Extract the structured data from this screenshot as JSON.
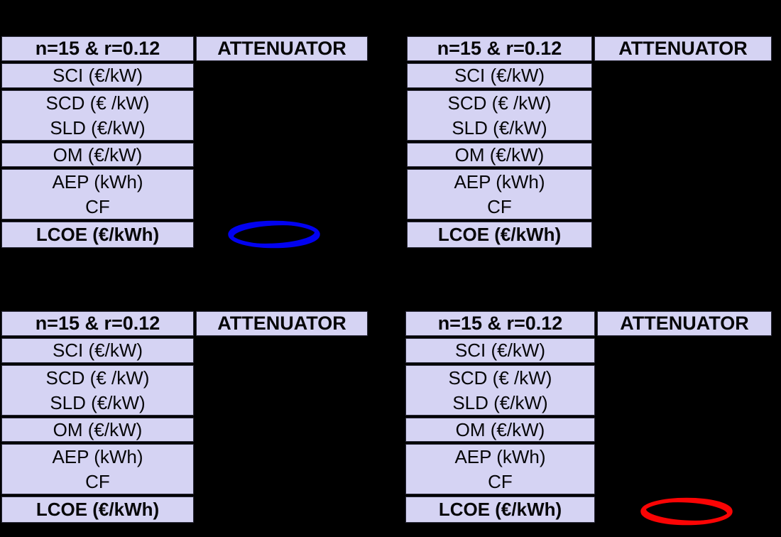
{
  "page": {
    "background": "#000000",
    "cell_fill": "#d5d3f3",
    "text_color": "#060608"
  },
  "tables": [
    {
      "position": "top-left",
      "header": {
        "left": "n=15 & r=0.12",
        "right": "ATTENUATOR"
      },
      "rows": [
        {
          "lines": [
            "SCI (€/kW)"
          ]
        },
        {
          "lines": [
            "SCD (€ /kW)",
            "SLD (€/kW)"
          ]
        },
        {
          "lines": [
            "OM (€/kW)"
          ]
        },
        {
          "lines": [
            "AEP (kWh)",
            "CF"
          ]
        },
        {
          "lines": [
            "LCOE (€/kWh)"
          ],
          "bold": true
        }
      ]
    },
    {
      "position": "top-right",
      "header": {
        "left": "n=15 & r=0.12",
        "right": "ATTENUATOR"
      },
      "rows": [
        {
          "lines": [
            "SCI (€/kW)"
          ]
        },
        {
          "lines": [
            "SCD (€ /kW)",
            "SLD (€/kW)"
          ]
        },
        {
          "lines": [
            "OM (€/kW)"
          ]
        },
        {
          "lines": [
            "AEP (kWh)",
            "CF"
          ]
        },
        {
          "lines": [
            "LCOE (€/kWh)"
          ],
          "bold": true
        }
      ]
    },
    {
      "position": "bottom-left",
      "header": {
        "left": "n=15 & r=0.12",
        "right": "ATTENUATOR"
      },
      "rows": [
        {
          "lines": [
            "SCI (€/kW)"
          ]
        },
        {
          "lines": [
            "SCD (€ /kW)",
            "SLD (€/kW)"
          ]
        },
        {
          "lines": [
            "OM (€/kW)"
          ]
        },
        {
          "lines": [
            "AEP (kWh)",
            "CF"
          ]
        },
        {
          "lines": [
            "LCOE (€/kWh)"
          ],
          "bold": true
        }
      ]
    },
    {
      "position": "bottom-right",
      "header": {
        "left": "n=15 & r=0.12",
        "right": "ATTENUATOR"
      },
      "rows": [
        {
          "lines": [
            "SCI (€/kW)"
          ]
        },
        {
          "lines": [
            "SCD (€ /kW)",
            "SLD (€/kW)"
          ]
        },
        {
          "lines": [
            "OM (€/kW)"
          ]
        },
        {
          "lines": [
            "AEP (kWh)",
            "CF"
          ]
        },
        {
          "lines": [
            "LCOE (€/kWh)"
          ],
          "bold": true
        }
      ]
    }
  ],
  "annotations": {
    "blue_ellipse": {
      "shape": "ellipse",
      "color": "#0202f0"
    },
    "red_ellipse": {
      "shape": "ellipse",
      "color": "#fb0404"
    }
  }
}
